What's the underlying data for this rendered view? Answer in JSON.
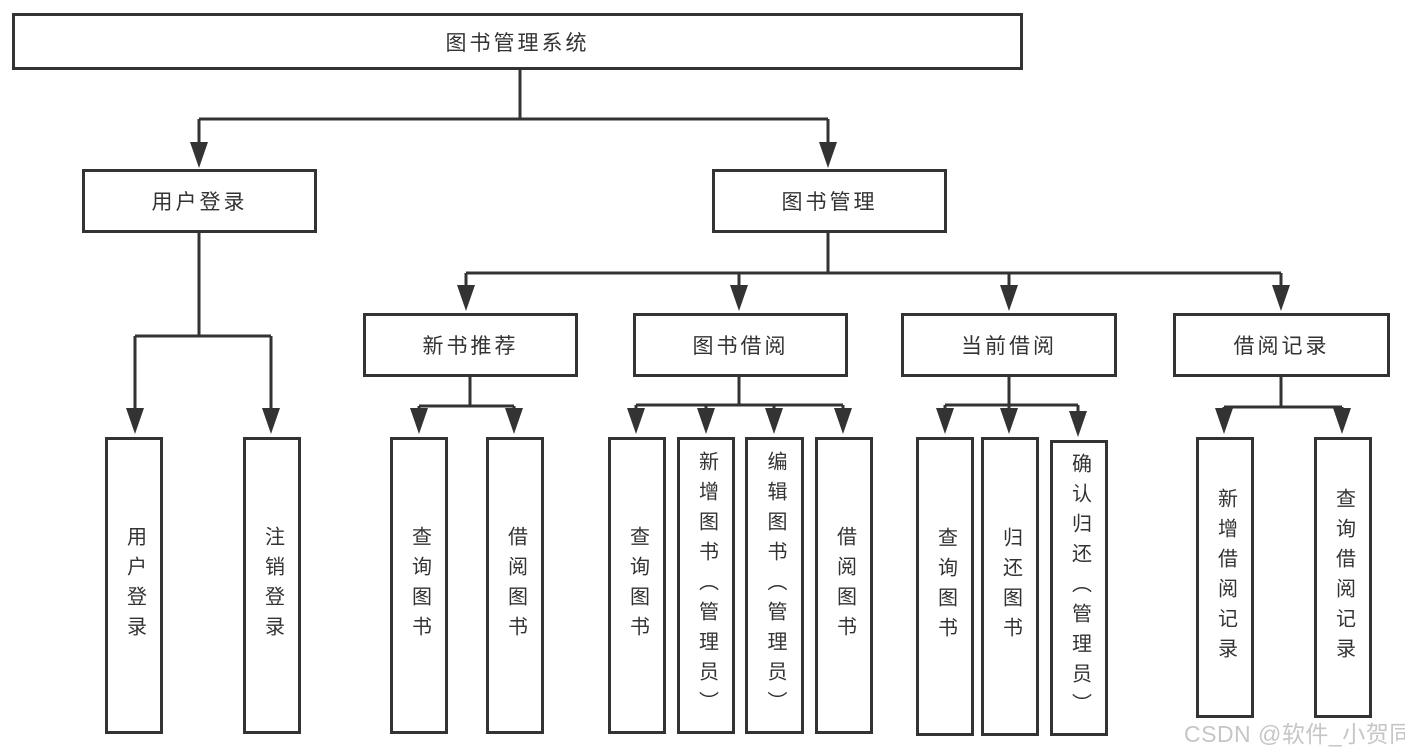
{
  "diagram": {
    "type": "hierarchy-diagram",
    "title": "图书管理系统",
    "watermark": "CSDN @软件_小贺同学",
    "colors": {
      "line": "#333333",
      "border": "#333333",
      "text": "#333333",
      "background": "#ffffff",
      "watermark": "#c6c6c6"
    },
    "nodes": {
      "root": "图书管理系统",
      "userLogin": "用户登录",
      "bookMgmt": "图书管理",
      "newBookRec": "新书推荐",
      "bookBorrow": "图书借阅",
      "currentBorrow": "当前借阅",
      "borrowRecords": "借阅记录",
      "leafUserLogin": "用户登录",
      "leafLogout": "注销登录",
      "recQueryBook": "查询图书",
      "recBorrowBook": "借阅图书",
      "bbQueryBook": "查询图书",
      "bbAddBook": "新增图书（管理员）",
      "bbEditBook": "编辑图书（管理员）",
      "bbBorrowBook": "借阅图书",
      "cbQueryBook": "查询图书",
      "cbReturnBook": "归还图书",
      "cbConfirmReturn": "确认归还（管理员）",
      "brAddRecord": "新增借阅记录",
      "brQueryRecord": "查询借阅记录"
    },
    "hierarchy": {
      "图书管理系统": {
        "用户登录": [
          "用户登录",
          "注销登录"
        ],
        "图书管理": {
          "新书推荐": [
            "查询图书",
            "借阅图书"
          ],
          "图书借阅": [
            "查询图书",
            "新增图书（管理员）",
            "编辑图书（管理员）",
            "借阅图书"
          ],
          "当前借阅": [
            "查询图书",
            "归还图书",
            "确认归还（管理员）"
          ],
          "借阅记录": [
            "新增借阅记录",
            "查询借阅记录"
          ]
        }
      }
    }
  }
}
